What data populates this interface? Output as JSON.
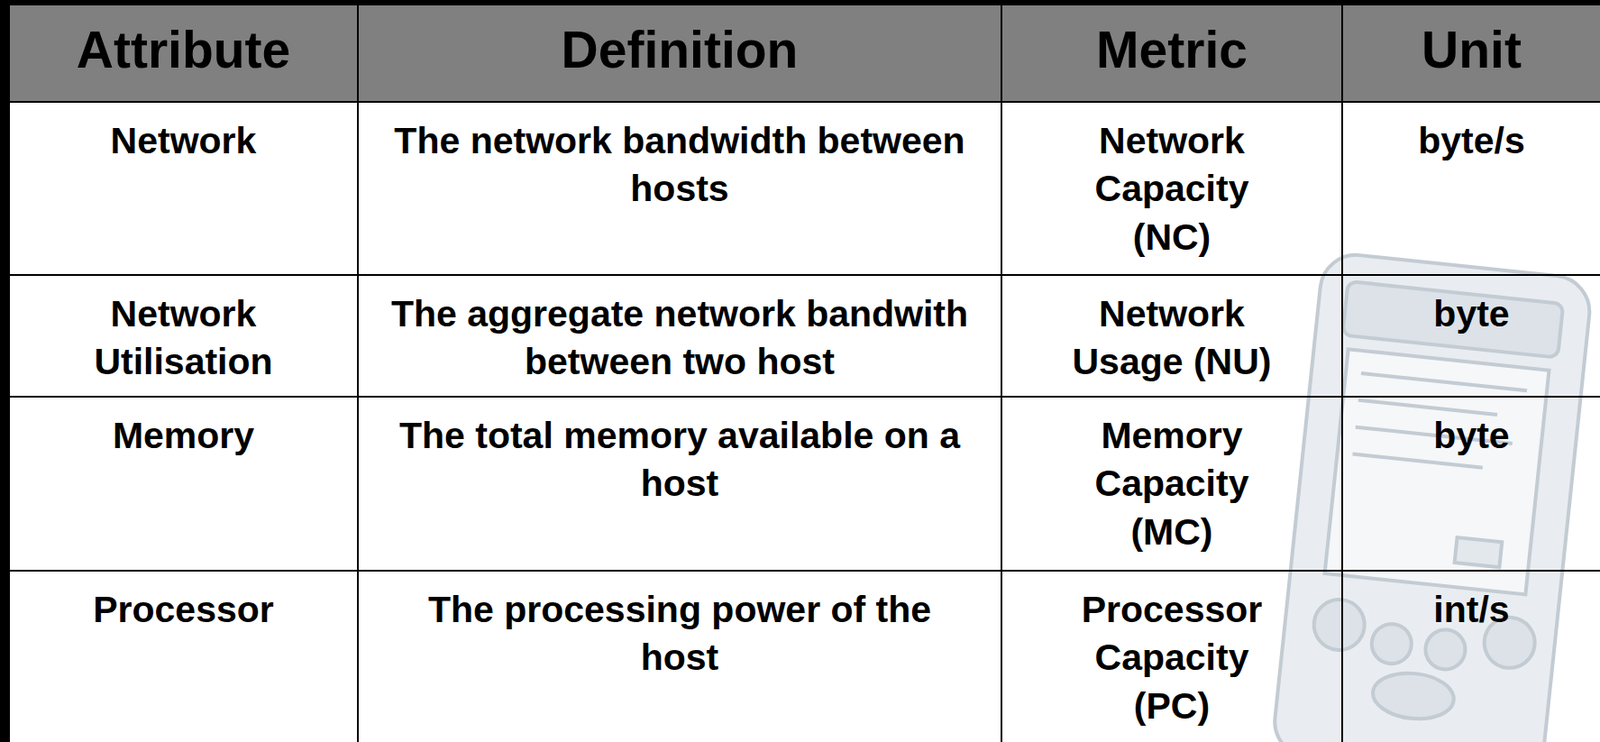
{
  "diagram": {
    "labels": [
      "Attribute",
      "Definition",
      "Metric",
      "Unit",
      "Network",
      "The network bandwidth between hosts",
      "Network Capacity (NC)",
      "byte/s",
      "Network Utilisation",
      "The aggregate network bandwith between two host",
      "Network Usage (NU)",
      "byte",
      "Memory",
      "The total memory available on a host",
      "Memory Capacity (MC)",
      "byte",
      "Processor",
      "The processing power of the host",
      "Processor Capacity (PC)",
      "int/s"
    ]
  }
}
